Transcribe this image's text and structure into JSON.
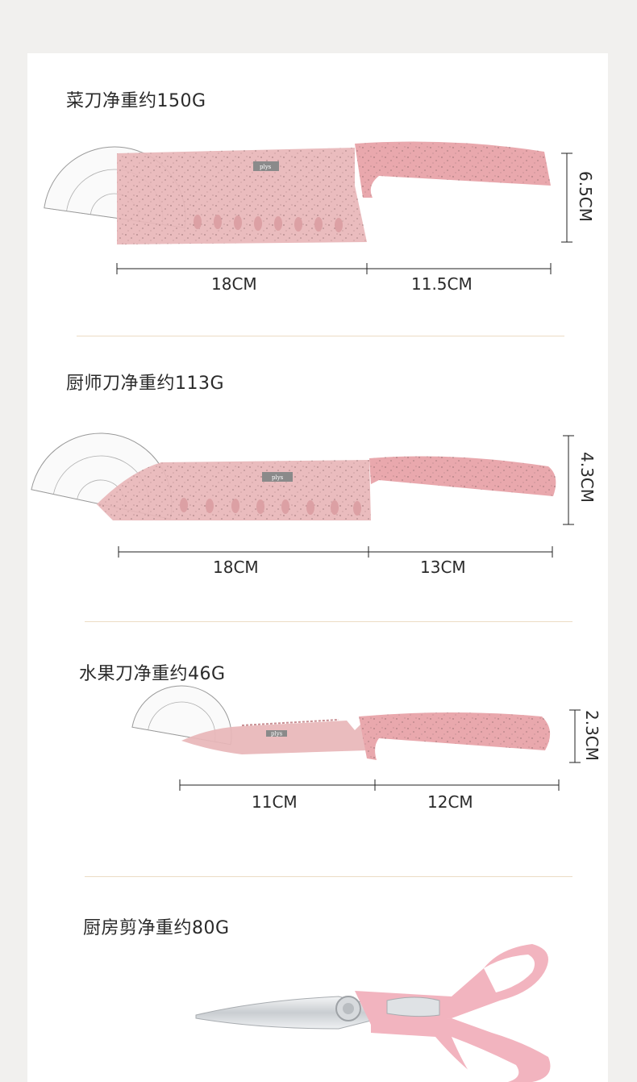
{
  "products": [
    {
      "title": "菜刀净重约150G",
      "blade_length": "18CM",
      "handle_length": "11.5CM",
      "width": "6.5CM",
      "brand": "plys"
    },
    {
      "title": "厨师刀净重约113G",
      "blade_length": "18CM",
      "handle_length": "13CM",
      "width": "4.3CM",
      "brand": "plys"
    },
    {
      "title": "水果刀净重约46G",
      "blade_length": "11CM",
      "handle_length": "12CM",
      "width": "2.3CM",
      "brand": "plys"
    },
    {
      "title": "厨房剪净重约80G"
    }
  ],
  "colors": {
    "pink_blade": "#e8b6b8",
    "pink_handle": "#e9a8ad",
    "divider": "#ecdcc4",
    "background": "#f1f0ee"
  }
}
